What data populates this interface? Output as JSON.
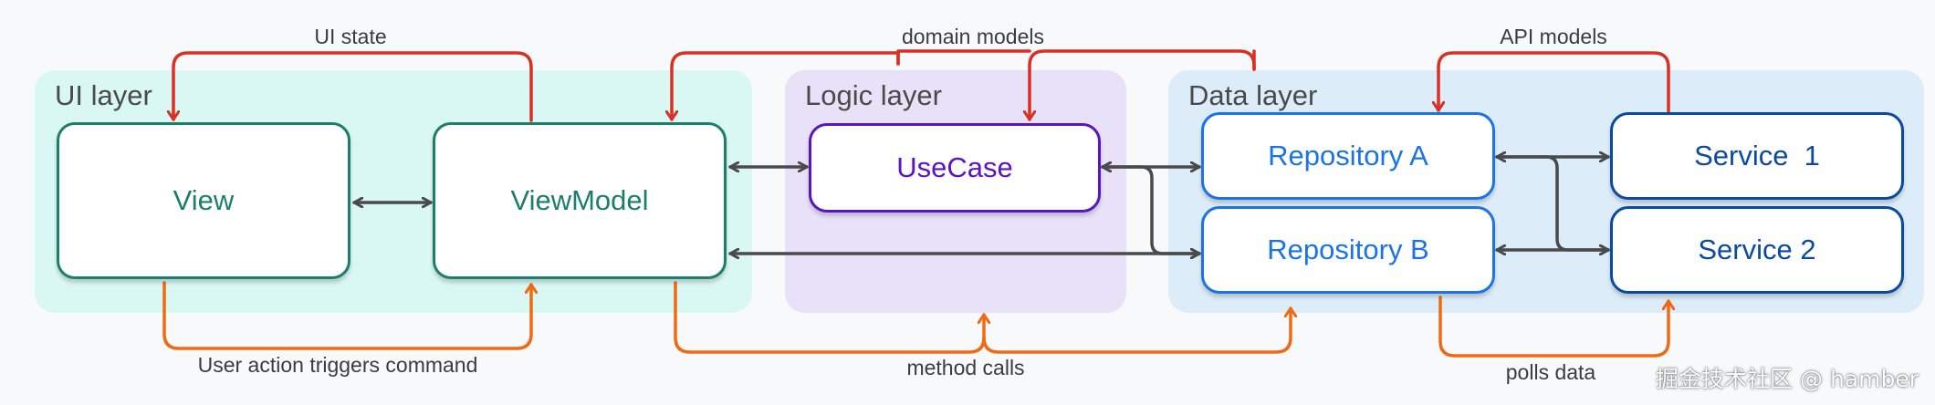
{
  "layers": {
    "ui": "UI layer",
    "logic": "Logic layer",
    "data": "Data layer"
  },
  "nodes": {
    "view": "View",
    "viewmodel": "ViewModel",
    "usecase": "UseCase",
    "repository_a": "Repository A",
    "repository_b": "Repository B",
    "service_1": "Service  1",
    "service_2": "Service 2"
  },
  "edge_labels": {
    "ui_state": "UI state",
    "domain_models": "domain models",
    "api_models": "API models",
    "user_action": "User action triggers command",
    "method_calls": "method calls",
    "polls_data": "polls data"
  },
  "watermark": "掘金技术社区 @ hamber",
  "colors": {
    "ui_layer_bg": "#d9f7f3",
    "logic_layer_bg": "#e8e2f8",
    "data_layer_bg": "#dcedf9",
    "ui_node": "#1b7f6b",
    "usecase_node": "#5c13c4",
    "repository_node": "#1a73e8",
    "service_node": "#0b4aa2",
    "red_arrow": "#d93025",
    "orange_arrow": "#f06a14",
    "gray_arrow": "#4a4a4a"
  }
}
